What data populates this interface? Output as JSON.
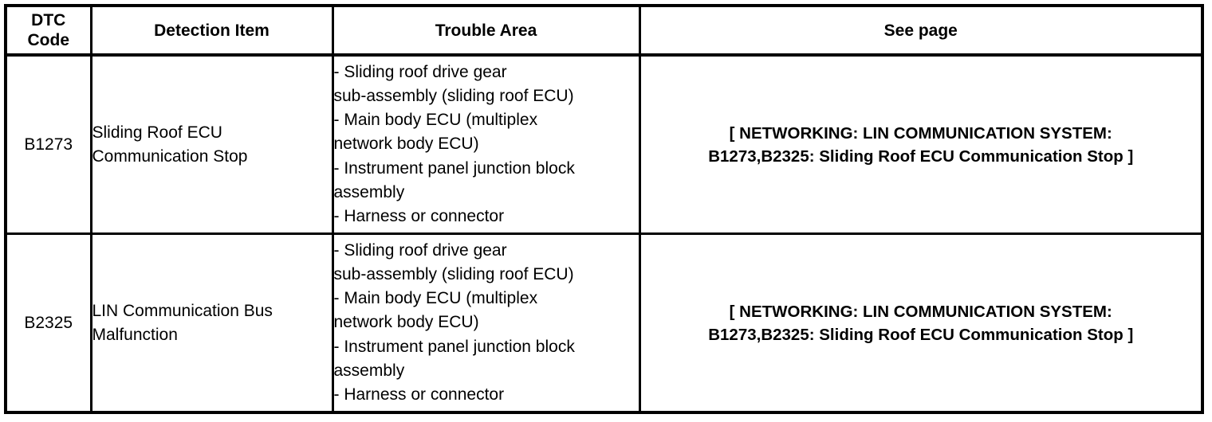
{
  "table": {
    "columns": [
      {
        "key": "dtc_code",
        "label": "DTC\nCode"
      },
      {
        "key": "detection_item",
        "label": "Detection Item"
      },
      {
        "key": "trouble_area",
        "label": "Trouble Area"
      },
      {
        "key": "see_page",
        "label": "See page"
      }
    ],
    "rows": [
      {
        "dtc_code": "B1273",
        "detection_item": "Sliding Roof ECU\nCommunication Stop",
        "trouble_area": "- Sliding roof drive gear\nsub-assembly (sliding roof ECU)\n- Main body ECU (multiplex\nnetwork body ECU)\n- Instrument panel junction block\nassembly\n- Harness or connector",
        "see_page": "[ NETWORKING: LIN COMMUNICATION SYSTEM:\nB1273,B2325: Sliding Roof ECU Communication Stop ]"
      },
      {
        "dtc_code": "B2325",
        "detection_item": "LIN Communication Bus\nMalfunction",
        "trouble_area": "- Sliding roof drive gear\nsub-assembly (sliding roof ECU)\n- Main body ECU (multiplex\nnetwork body ECU)\n- Instrument panel junction block\nassembly\n- Harness or connector",
        "see_page": "[ NETWORKING: LIN COMMUNICATION SYSTEM:\nB1273,B2325: Sliding Roof ECU Communication Stop ]"
      }
    ]
  },
  "colors": {
    "border": "#000000",
    "text": "#000000",
    "background": "#ffffff"
  }
}
